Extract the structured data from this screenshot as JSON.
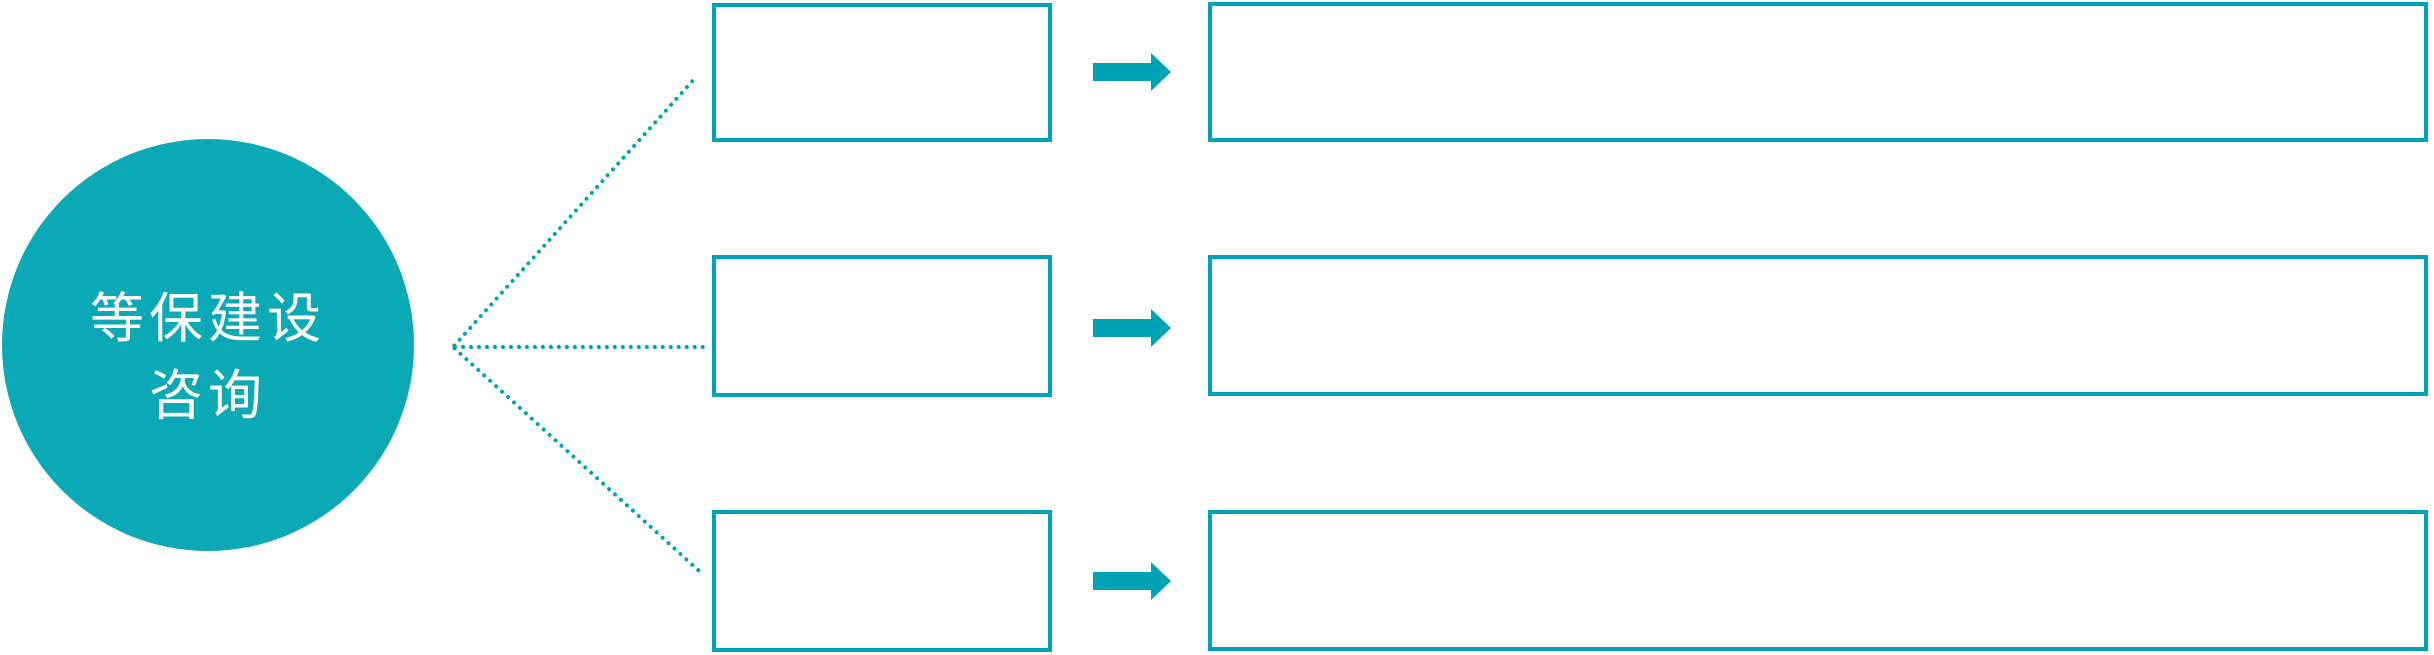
{
  "diagram_type": "hub-with-three-branches",
  "hub": {
    "label_line1": "等保建设",
    "label_line2": "咨询"
  },
  "rows": [
    {
      "stage_box_text": "",
      "detail_box_text": ""
    },
    {
      "stage_box_text": "",
      "detail_box_text": ""
    },
    {
      "stage_box_text": "",
      "detail_box_text": ""
    }
  ],
  "icons": {
    "arrow": "arrow-right-icon",
    "connector": "dotted-line-connector"
  },
  "colors": {
    "circle_fill": "#0ba9b6",
    "line": "#00a3b3",
    "circle_text": "#ffffff",
    "background": "#ffffff"
  }
}
